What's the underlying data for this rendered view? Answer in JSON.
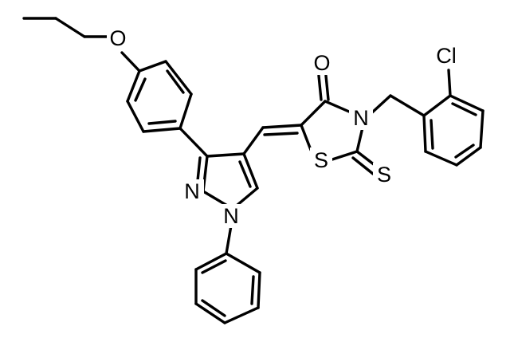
{
  "atoms": {
    "O_ether": "O",
    "O_carbonyl": "O",
    "N_thiazolidine": "N",
    "S_ring": "S",
    "S_thione": "S",
    "Cl": "Cl",
    "N2_pyrazole": "N",
    "N1_pyrazole": "N"
  }
}
